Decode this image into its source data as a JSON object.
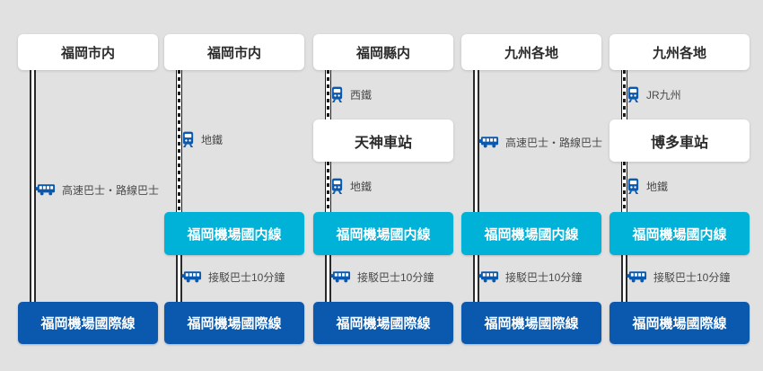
{
  "colors": {
    "background": "#e1e1e1",
    "domestic_box": "#00b1d8",
    "international_box": "#0a59ae",
    "icon_blue": "#0a59ae"
  },
  "columns": [
    {
      "origin": "福岡市内",
      "legs": [
        {
          "icon": "bus-icon",
          "label": "高速巴士・路線巴士"
        }
      ],
      "international": "福岡機場國際線"
    },
    {
      "origin": "福岡市内",
      "legs": [
        {
          "icon": "train-icon",
          "label": "地鐵"
        },
        {
          "icon": "bus-icon",
          "label": "接駁巴士10分鐘"
        }
      ],
      "domestic": "福岡機場國内線",
      "international": "福岡機場國際線"
    },
    {
      "origin": "福岡縣内",
      "legs": [
        {
          "icon": "train-icon",
          "label": "西鐵"
        },
        {
          "icon": "train-icon",
          "label": "地鐵"
        },
        {
          "icon": "bus-icon",
          "label": "接駁巴士10分鐘"
        }
      ],
      "station": "天神車站",
      "domestic": "福岡機場國内線",
      "international": "福岡機場國際線"
    },
    {
      "origin": "九州各地",
      "legs": [
        {
          "icon": "bus-icon",
          "label": "高速巴士・路線巴士"
        },
        {
          "icon": "bus-icon",
          "label": "接駁巴士10分鐘"
        }
      ],
      "domestic": "福岡機場國内線",
      "international": "福岡機場國際線"
    },
    {
      "origin": "九州各地",
      "legs": [
        {
          "icon": "train-icon",
          "label": "JR九州"
        },
        {
          "icon": "train-icon",
          "label": "地鐵"
        },
        {
          "icon": "bus-icon",
          "label": "接駁巴士10分鐘"
        }
      ],
      "station": "博多車站",
      "domestic": "福岡機場國内線",
      "international": "福岡機場國際線"
    }
  ]
}
